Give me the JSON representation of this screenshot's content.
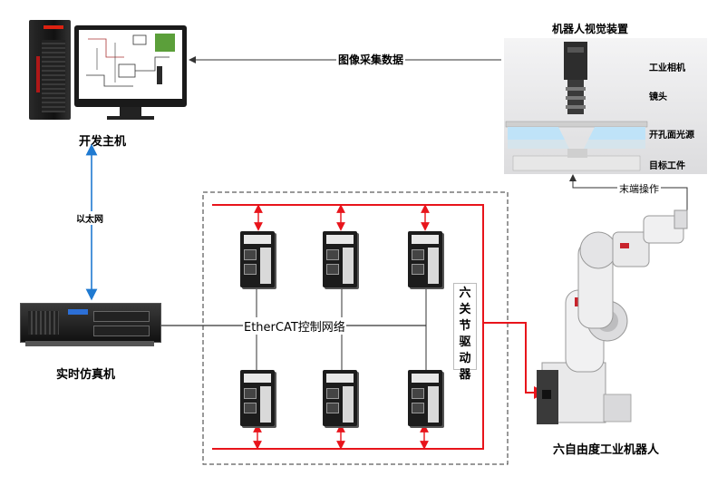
{
  "labels": {
    "dev_host": "开发主机",
    "ethernet": "以太网",
    "image_data": "图像采集数据",
    "rt_sim": "实时仿真机",
    "ethercat": "EtherCAT控制网络",
    "six_joint_driver": "六关节驱动器",
    "robot": "六自由度工业机器人",
    "vision_title": "机器人视觉装置",
    "camera": "工业相机",
    "lens": "镜头",
    "light": "开孔面光源",
    "workpiece": "目标工件",
    "end_op": "末端操作"
  },
  "colors": {
    "network_red": "#e8141b",
    "ethernet_blue": "#1f7ad1",
    "line_gray": "#333333",
    "vision_bg": "#e9e9ea"
  }
}
